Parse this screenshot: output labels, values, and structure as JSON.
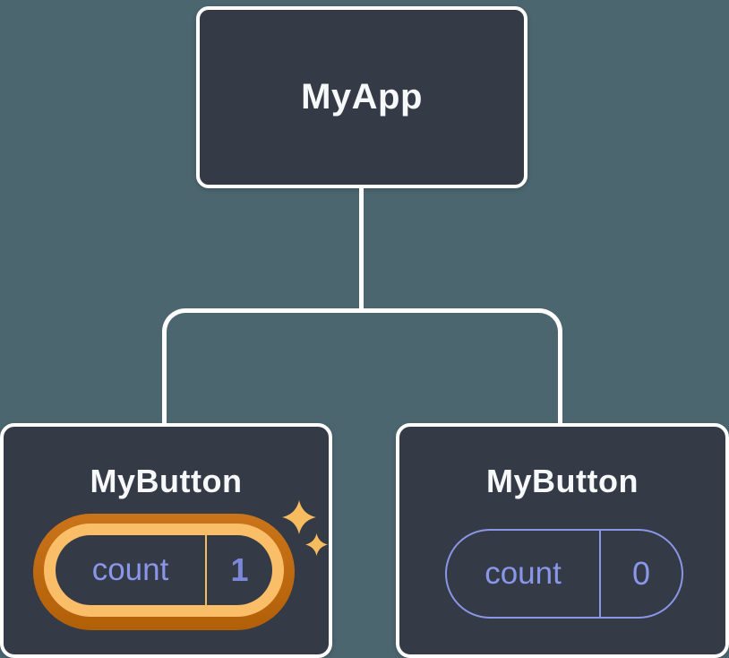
{
  "diagram": {
    "description": "React component tree diagram",
    "root": {
      "label": "MyApp"
    },
    "children": [
      {
        "label": "MyButton",
        "state": {
          "name": "count",
          "value": "1"
        },
        "highlighted": true,
        "sparkles": true
      },
      {
        "label": "MyButton",
        "state": {
          "name": "count",
          "value": "0"
        },
        "highlighted": false,
        "sparkles": false
      }
    ]
  },
  "icons": {
    "sparkle": "four-pointed-star"
  },
  "colors": {
    "background": "#4c6670",
    "card": "#343a46",
    "card-border": "#ffffff",
    "title-text": "#f7f8fa",
    "connector": "#ffffff",
    "state-accent": "#8a96e8",
    "state-value-bold": "#7b87d9",
    "highlight-outer-light": "#ca741b",
    "highlight-outer-dark": "#b26008",
    "highlight-inner": "#fabe69",
    "highlight-divider": "#f5bb62",
    "sparkle": "#f7bc60"
  }
}
